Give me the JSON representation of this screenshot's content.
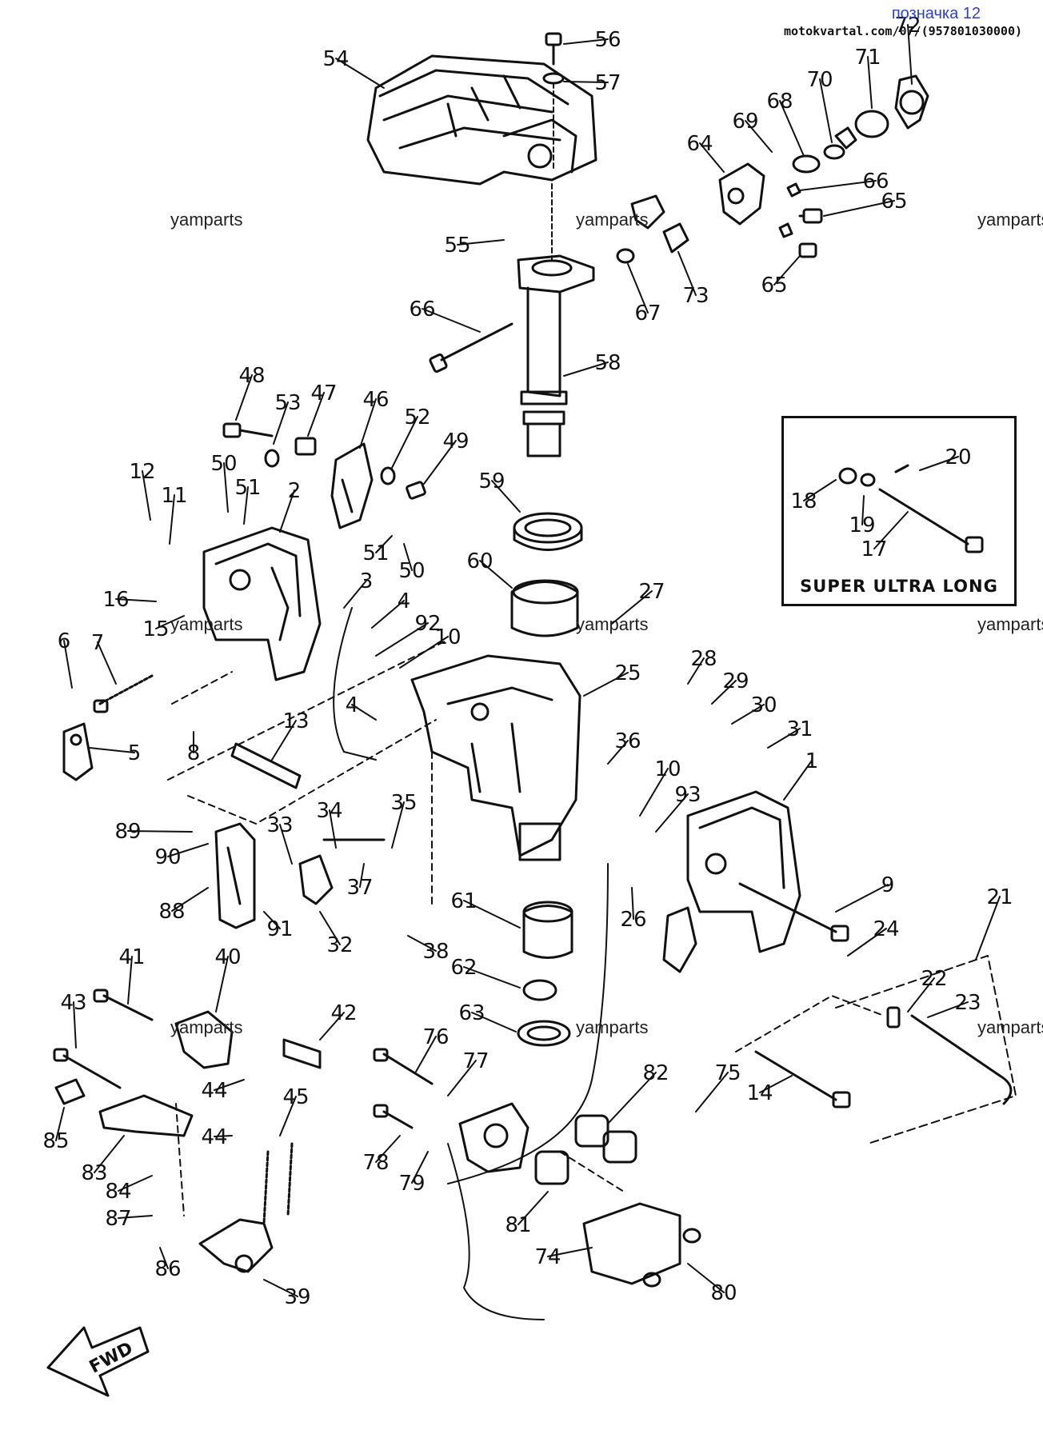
{
  "header": {
    "label": "позначка 12",
    "source": "motokvartal.com/07/(957801030000)"
  },
  "watermark": "yamparts",
  "inset": {
    "caption": "SUPER ULTRA LONG"
  },
  "fwd_label": "FWD",
  "colors": {
    "ink": "#111111",
    "header_link": "#2a3fd6"
  },
  "callouts": [
    "1",
    "2",
    "3",
    "4",
    "4",
    "5",
    "6",
    "7",
    "8",
    "9",
    "10",
    "10",
    "11",
    "12",
    "13",
    "14",
    "15",
    "16",
    "17",
    "18",
    "19",
    "20",
    "21",
    "22",
    "23",
    "24",
    "25",
    "26",
    "27",
    "28",
    "29",
    "30",
    "31",
    "32",
    "33",
    "34",
    "35",
    "36",
    "37",
    "38",
    "39",
    "40",
    "41",
    "42",
    "43",
    "44",
    "44",
    "45",
    "46",
    "47",
    "48",
    "49",
    "50",
    "50",
    "51",
    "51",
    "52",
    "53",
    "54",
    "55",
    "56",
    "57",
    "58",
    "59",
    "60",
    "61",
    "62",
    "63",
    "64",
    "65",
    "65",
    "66",
    "66",
    "67",
    "68",
    "69",
    "70",
    "71",
    "72",
    "73",
    "74",
    "75",
    "76",
    "77",
    "78",
    "79",
    "80",
    "81",
    "82",
    "83",
    "84",
    "85",
    "86",
    "87",
    "88",
    "89",
    "90",
    "91",
    "92",
    "93",
    "93"
  ]
}
